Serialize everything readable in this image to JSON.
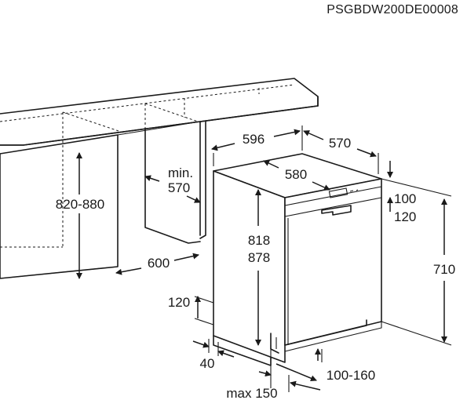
{
  "diagram_code": "PSGBDW200DE00008",
  "dimensions": {
    "niche_height": "820-880",
    "niche_depth_min_line1": "min.",
    "niche_depth_min_line2": "570",
    "niche_width": "600",
    "appliance_width": "596",
    "appliance_depth": "570",
    "appliance_depth_inner": "580",
    "panel_height_line1": "100",
    "panel_height_line2": "120",
    "appliance_height_line1": "818",
    "appliance_height_line2": "878",
    "door_height": "710",
    "plinth_height": "120",
    "plinth_offset": "40",
    "plinth_gap": "100-160",
    "max_depth": "max 150"
  }
}
